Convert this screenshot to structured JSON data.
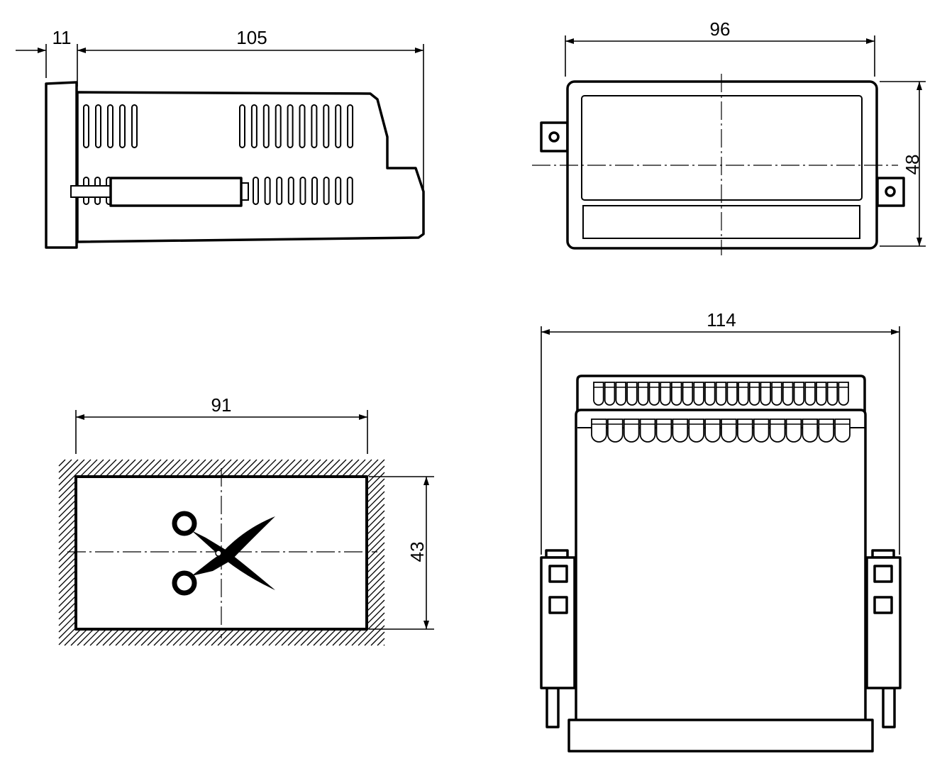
{
  "drawing": {
    "side_view": {
      "bezel_depth": "11",
      "body_depth": "105"
    },
    "front_view": {
      "width": "96",
      "height": "48"
    },
    "panel_cutout": {
      "width": "91",
      "height": "43"
    },
    "rear_view": {
      "width": "114",
      "top_terminal_count": 23,
      "bottom_terminal_count": 16
    },
    "colors": {
      "line": "#000000",
      "background": "#ffffff"
    }
  }
}
